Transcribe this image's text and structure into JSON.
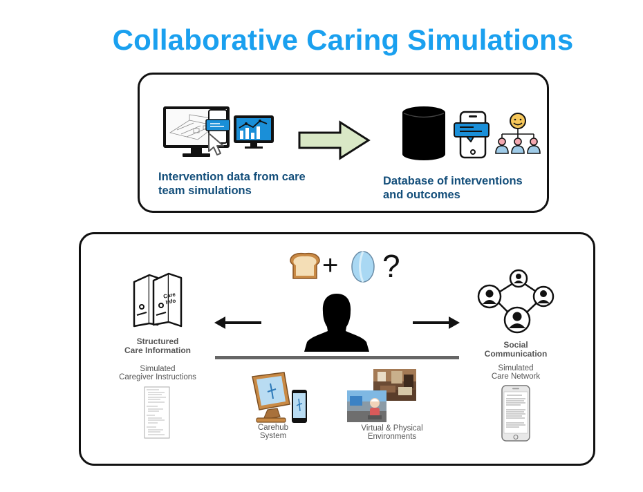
{
  "title": "Collaborative Caring Simulations",
  "top_panel": {
    "left_label_line1": "Intervention data from care",
    "left_label_line2": "team simulations",
    "right_label_line1": "Database of interventions",
    "right_label_line2": "and outcomes"
  },
  "bottom_panel": {
    "question_mark": "?",
    "plus_sign": "+",
    "binder_text_line1": "Care",
    "binder_text_line2": "Info",
    "structured_line1": "Structured",
    "structured_line2": "Care Information",
    "simulated_instr_line1": "Simulated",
    "simulated_instr_line2": "Caregiver Instructions",
    "social_line1": "Social",
    "social_line2": "Communication",
    "simulated_network_line1": "Simulated",
    "simulated_network_line2": "Care Network",
    "carehub_line1": "Carehub",
    "carehub_line2": "System",
    "virtual_line1": "Virtual & Physical",
    "virtual_line2": "Environments"
  },
  "colors": {
    "title_blue": "#1aa0ef",
    "label_navy": "#134e7a",
    "arrow_fill": "#d9e8c6",
    "icon_blue": "#1a8fd8"
  }
}
